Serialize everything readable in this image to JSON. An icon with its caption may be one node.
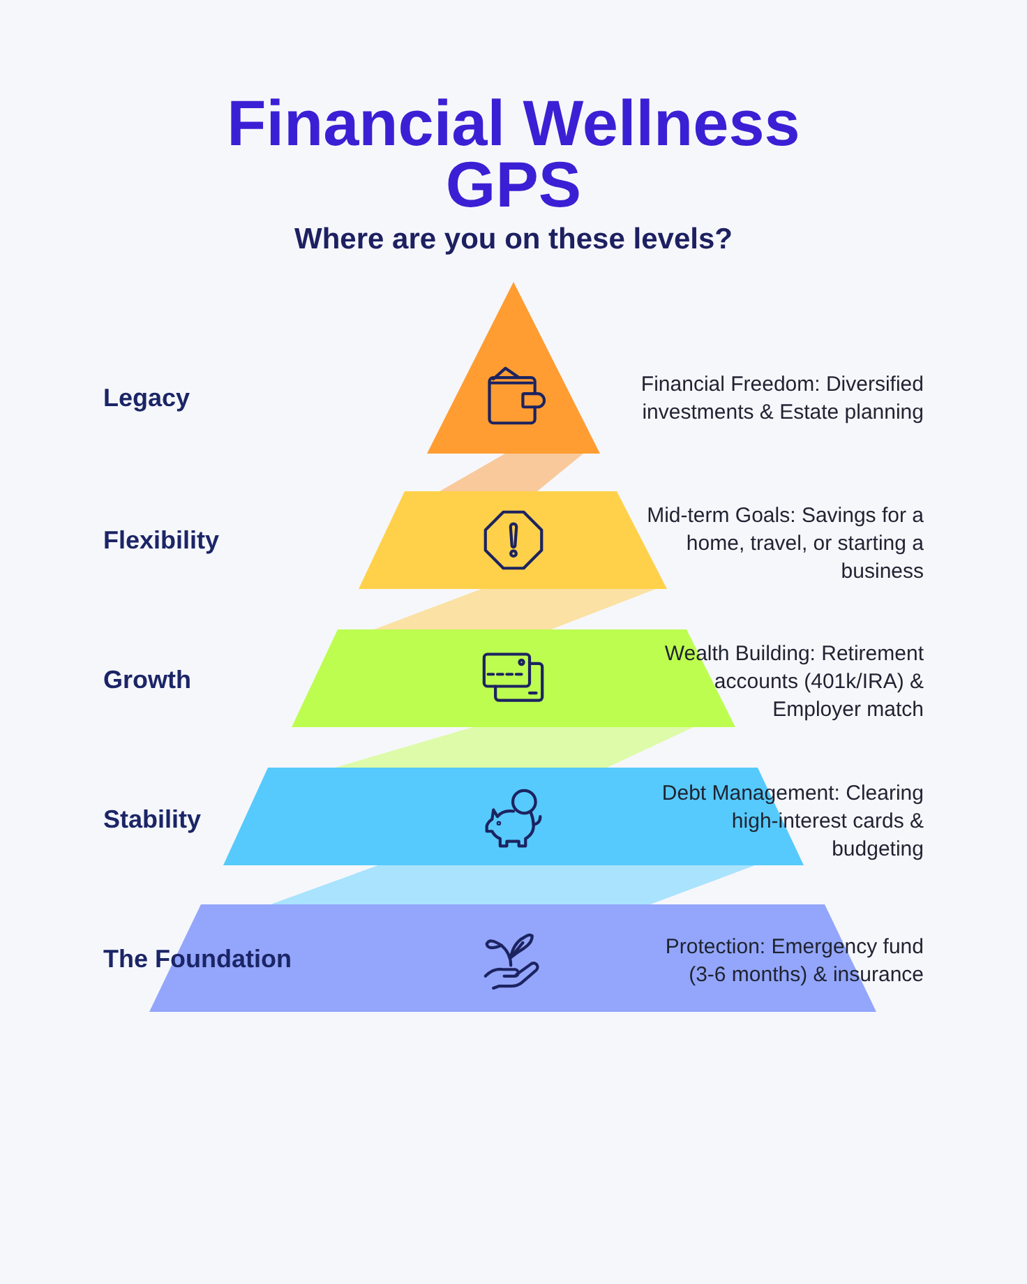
{
  "diagram": {
    "title": "Financial Wellness GPS",
    "nodes": [
      {
        "text": [],
        "shape": "triangle",
        "beside": [
          "Financial Freedom: Diversified investments & Estate planning"
        ]
      },
      {
        "text": [],
        "shape": "trapezoid",
        "beside": [
          "Mid-term Goals: Savings for a home, travel, or starting a business"
        ]
      },
      {
        "text": [],
        "shape": "trapezoid",
        "beside": [
          "Wealth Building: Retirement accounts (401k/IRA) & Employer match"
        ]
      },
      {
        "text": [],
        "shape": "trapezoid",
        "beside": [
          "Debt Management: Clearing high-interest cards & budgeting"
        ]
      },
      {
        "text": [
          "The Foundation",
          "Protection: Emergency fund (3-6 months) & insurance"
        ]
      }
    ],
    "edges": [
      {
        "from": 0,
        "to": 1,
        "arrow": "none",
        "style": "thick",
        "color": "#f9c99b"
      },
      {
        "from": 1,
        "to": 2,
        "arrow": "none",
        "style": "thick",
        "color": "#fbe1a3"
      },
      {
        "from": 2,
        "to": 3,
        "arrow": "none",
        "style": "thick",
        "color": "#ddfba9"
      },
      {
        "from": 3,
        "to": 4,
        "arrow": "none",
        "style": "thick",
        "color": "#a9e3fd"
      }
    ],
    "labels": [
      "Where are you on these levels?",
      "Legacy",
      "Flexibility",
      "Growth",
      "Stability"
    ]
  }
}
